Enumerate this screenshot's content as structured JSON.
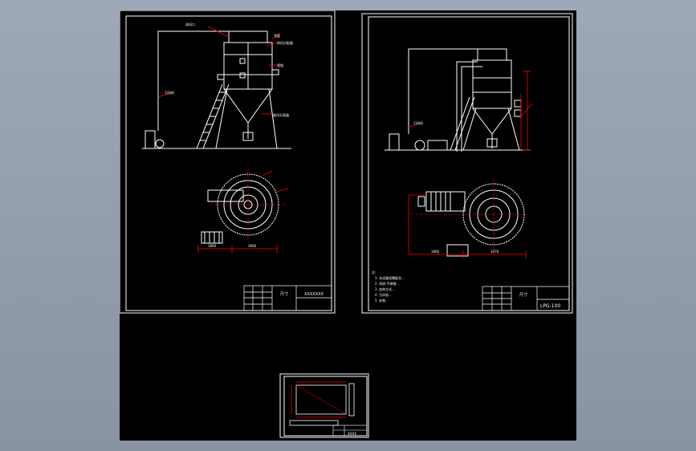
{
  "viewer": {
    "background_color": "#8c97a6",
    "model_space_color": "#000000"
  },
  "colors": {
    "frame": "#ffffff",
    "dimension": "#ff0000",
    "leader": "#ff0000",
    "equipment": "#ffffff",
    "note_text": "#ffffff"
  },
  "sheets": [
    {
      "name": "sheet-1-elevation-plan",
      "title_block": {
        "part_text": "尺寸",
        "drawing_number": "XXXXXXX"
      },
      "dimensions": {
        "plan_width": "3060",
        "plan_offset": "1860"
      }
    },
    {
      "name": "sheet-2-elevation-plan-notes",
      "title_block": {
        "part_text": "尺寸",
        "drawing_number": "LPG-100"
      },
      "dimensions": {
        "plan_width": "3470",
        "plan_offset": "1860"
      },
      "notes_header": "注:",
      "notes": [
        "1. 本设备如需配合...",
        "2. 材质:不锈钢...",
        "3. 加热方式...",
        "4. 引风机...",
        "5. 安装..."
      ]
    },
    {
      "name": "sheet-3-detail",
      "title_block": {
        "drawing_number": "XXXX"
      }
    }
  ]
}
